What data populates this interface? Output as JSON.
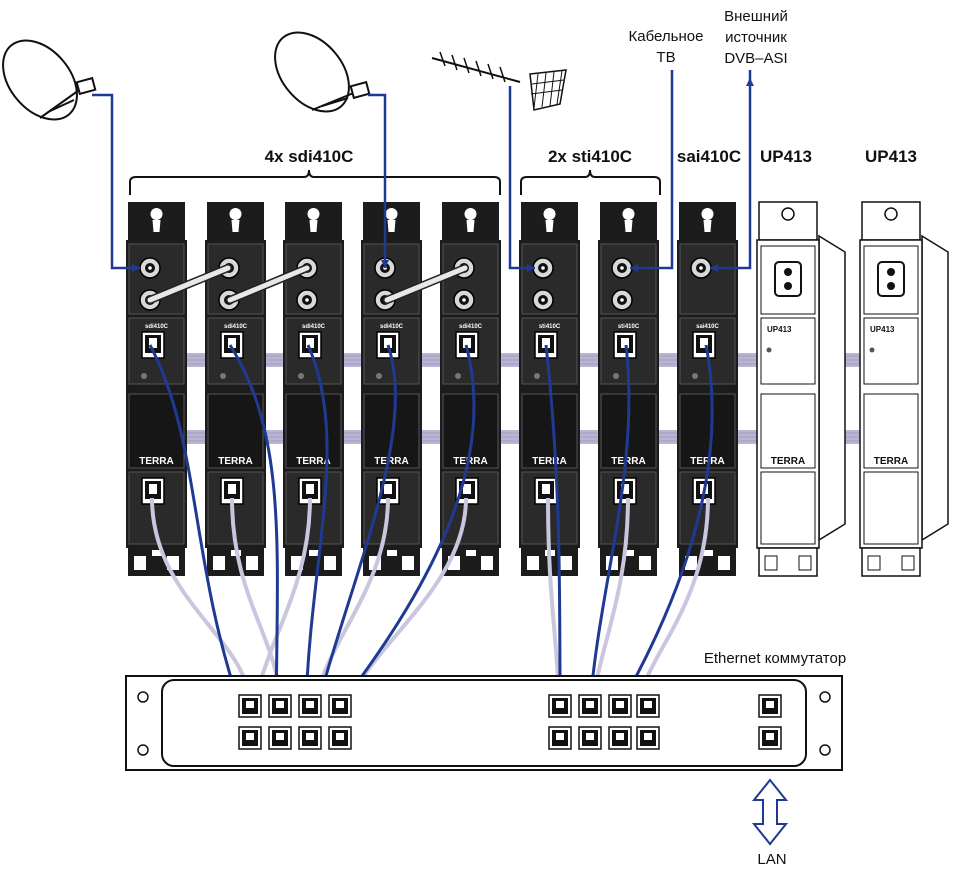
{
  "labels": {
    "group_sdi": "4x sdi410C",
    "group_sti": "2x sti410C",
    "sai": "sai410C",
    "up1": "UP413",
    "up2": "UP413",
    "cable_line1": "Кабельное",
    "cable_line2": "ТВ",
    "ext_line1": "Внешний",
    "ext_line2": "источник",
    "ext_line3": "DVB–ASI",
    "switch": "Ethernet коммутатор",
    "lan": "LAN"
  },
  "modules": [
    {
      "name": "sdi410C",
      "brand": "TERRA"
    },
    {
      "name": "sdi410C",
      "brand": "TERRA"
    },
    {
      "name": "sdi410C",
      "brand": "TERRA"
    },
    {
      "name": "sdi410C",
      "brand": "TERRA"
    },
    {
      "name": "sdi410C",
      "brand": "TERRA"
    },
    {
      "name": "sti410C",
      "brand": "TERRA"
    },
    {
      "name": "sti410C",
      "brand": "TERRA"
    },
    {
      "name": "sai410C",
      "brand": "TERRA"
    }
  ],
  "power_units": [
    {
      "name": "UP413",
      "brand": "TERRA"
    },
    {
      "name": "UP413",
      "brand": "TERRA"
    }
  ],
  "colors": {
    "module_body": "#1c1c1c",
    "coax_cable": "#1f3a93",
    "patch_cable": "#c9c6de",
    "ribbon": "#b9b6d4",
    "power_unit": "#ffffff"
  }
}
